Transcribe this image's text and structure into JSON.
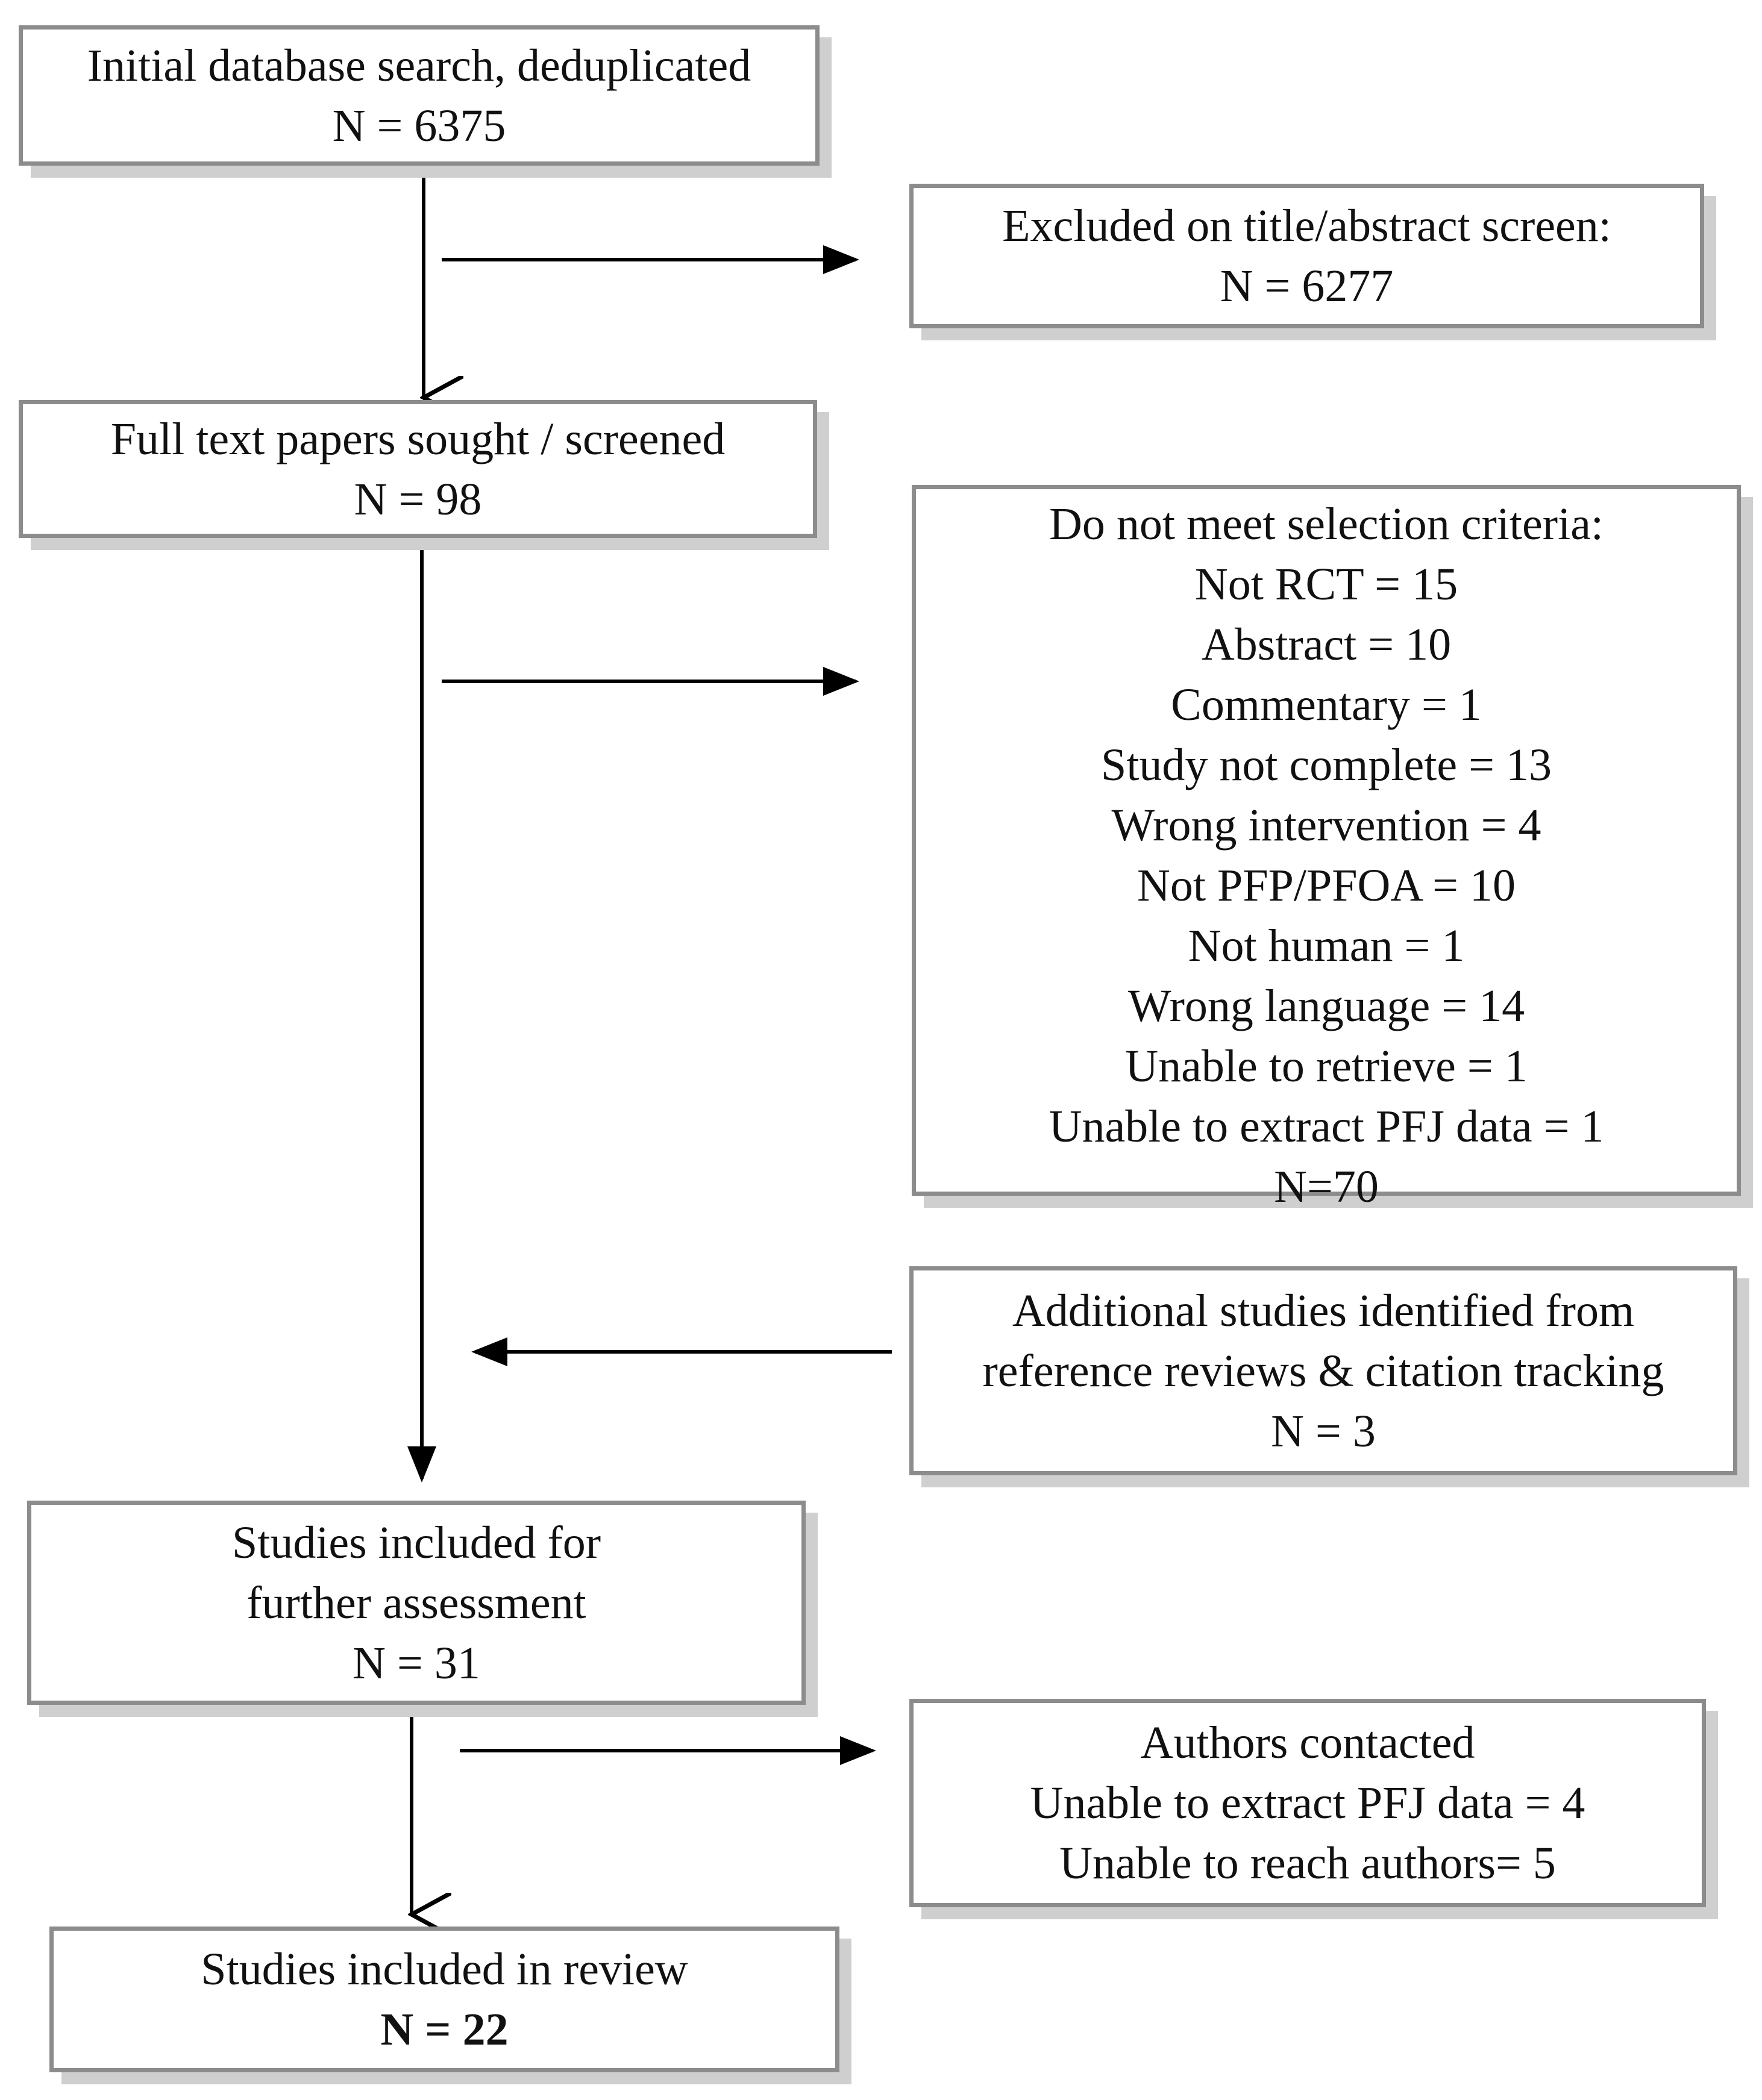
{
  "initial_search": {
    "label": "Initial database search, deduplicated",
    "count": "N = 6375"
  },
  "title_abstract_excluded": {
    "label": "Excluded on title/abstract screen:",
    "count": "N = 6277"
  },
  "full_text": {
    "label": "Full text papers sought / screened",
    "count": "N = 98"
  },
  "not_meet_criteria": {
    "label": "Do not meet selection criteria:",
    "reasons": [
      "Not RCT = 15",
      "Abstract = 10",
      "Commentary = 1",
      "Study not complete = 13",
      "Wrong intervention = 4",
      "Not PFP/PFOA =  10",
      "Not human = 1",
      "Wrong language = 14",
      "Unable to retrieve = 1",
      "Unable to extract PFJ data = 1"
    ],
    "count": "N=70"
  },
  "additional_studies": {
    "line1": "Additional studies identified from",
    "line2": "reference reviews & citation tracking",
    "count": "N = 3"
  },
  "further_assessment": {
    "line1": "Studies included for",
    "line2": "further assessment",
    "count": "N = 31"
  },
  "authors_contacted": {
    "label": "Authors contacted",
    "line1": "Unable to extract PFJ data = 4",
    "line2": "Unable to reach authors= 5"
  },
  "included_review": {
    "label": "Studies included in review",
    "count": "N = 22"
  },
  "colors": {
    "border": "#8c8c8c",
    "shadow": "#cfcfcf",
    "arrow": "#000000",
    "text": "#111111"
  }
}
